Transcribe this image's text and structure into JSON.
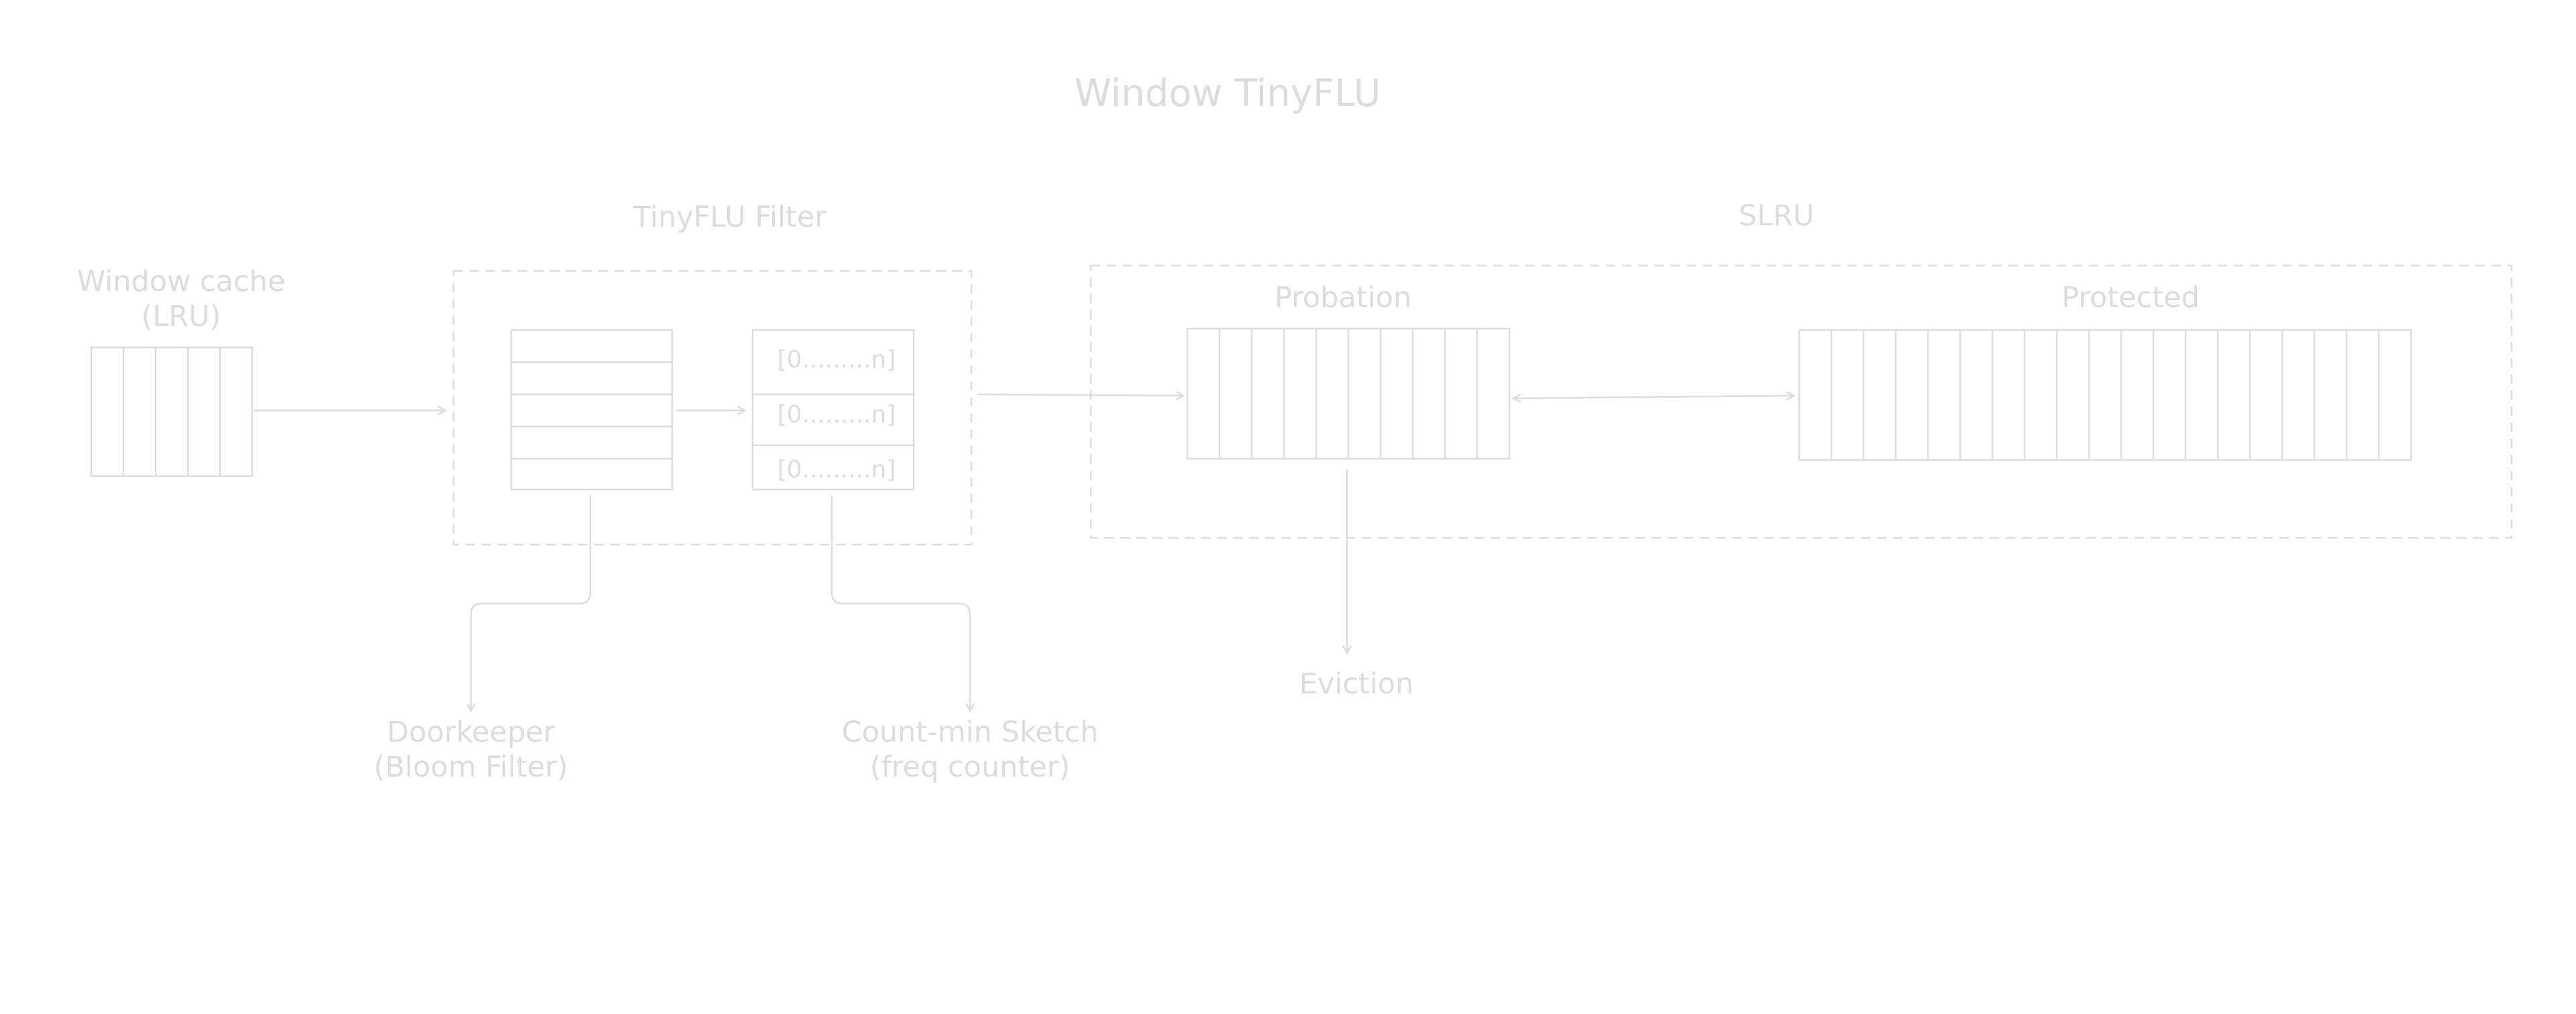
{
  "title": "Window TinyFLU",
  "window_cache": {
    "label_line1": "Window cache",
    "label_line2": "(LRU)"
  },
  "filter": {
    "label": "TinyFLU Filter",
    "counters": [
      "[0.........n]",
      "[0.........n]",
      "[0.........n]"
    ]
  },
  "slru": {
    "label": "SLRU",
    "probation_label": "Probation",
    "protected_label": "Protected"
  },
  "doorkeeper": {
    "label_line1": "Doorkeeper",
    "label_line2": "(Bloom Filter)"
  },
  "count_min": {
    "label_line1": "Count-min Sketch",
    "label_line2": "(freq counter)"
  },
  "eviction_label": "Eviction"
}
